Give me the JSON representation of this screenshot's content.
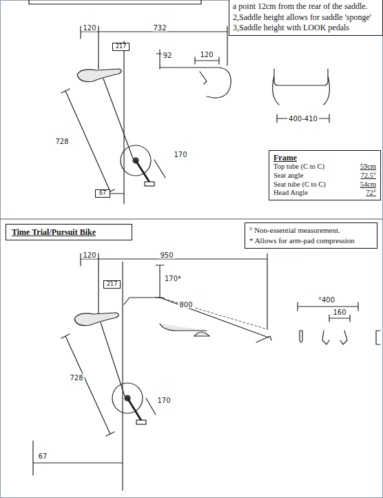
{
  "diagram": {
    "nodes": [
      {
        "text": [
          "a point 12cm from the rear of the saddle.",
          "2,Saddle height allows for saddle 'sponge'",
          "3,Saddle height with LOOK pedals"
        ]
      },
      {
        "text": [
          "217"
        ]
      },
      {
        "text": [
          "67"
        ]
      },
      {
        "text": [
          "Frame",
          "Top tube (C to C)",
          "59cm",
          "Seat angle",
          "72.5°",
          "Seat tube (C to C)",
          "54cm",
          "Head Angle",
          "72°"
        ]
      },
      {
        "text": [
          "Time Trial/Pursuit Bike"
        ]
      },
      {
        "text": [
          "° Non-essential measurement.",
          "* Allows for arm-pad compression"
        ]
      },
      {
        "text": [
          "217"
        ]
      }
    ],
    "edges": [],
    "labels": [
      "120",
      "732",
      "92",
      "120",
      "728",
      "170",
      "400-410",
      "120",
      "950",
      "170*",
      "800",
      "728",
      "170",
      "67",
      "°400",
      "160"
    ]
  }
}
